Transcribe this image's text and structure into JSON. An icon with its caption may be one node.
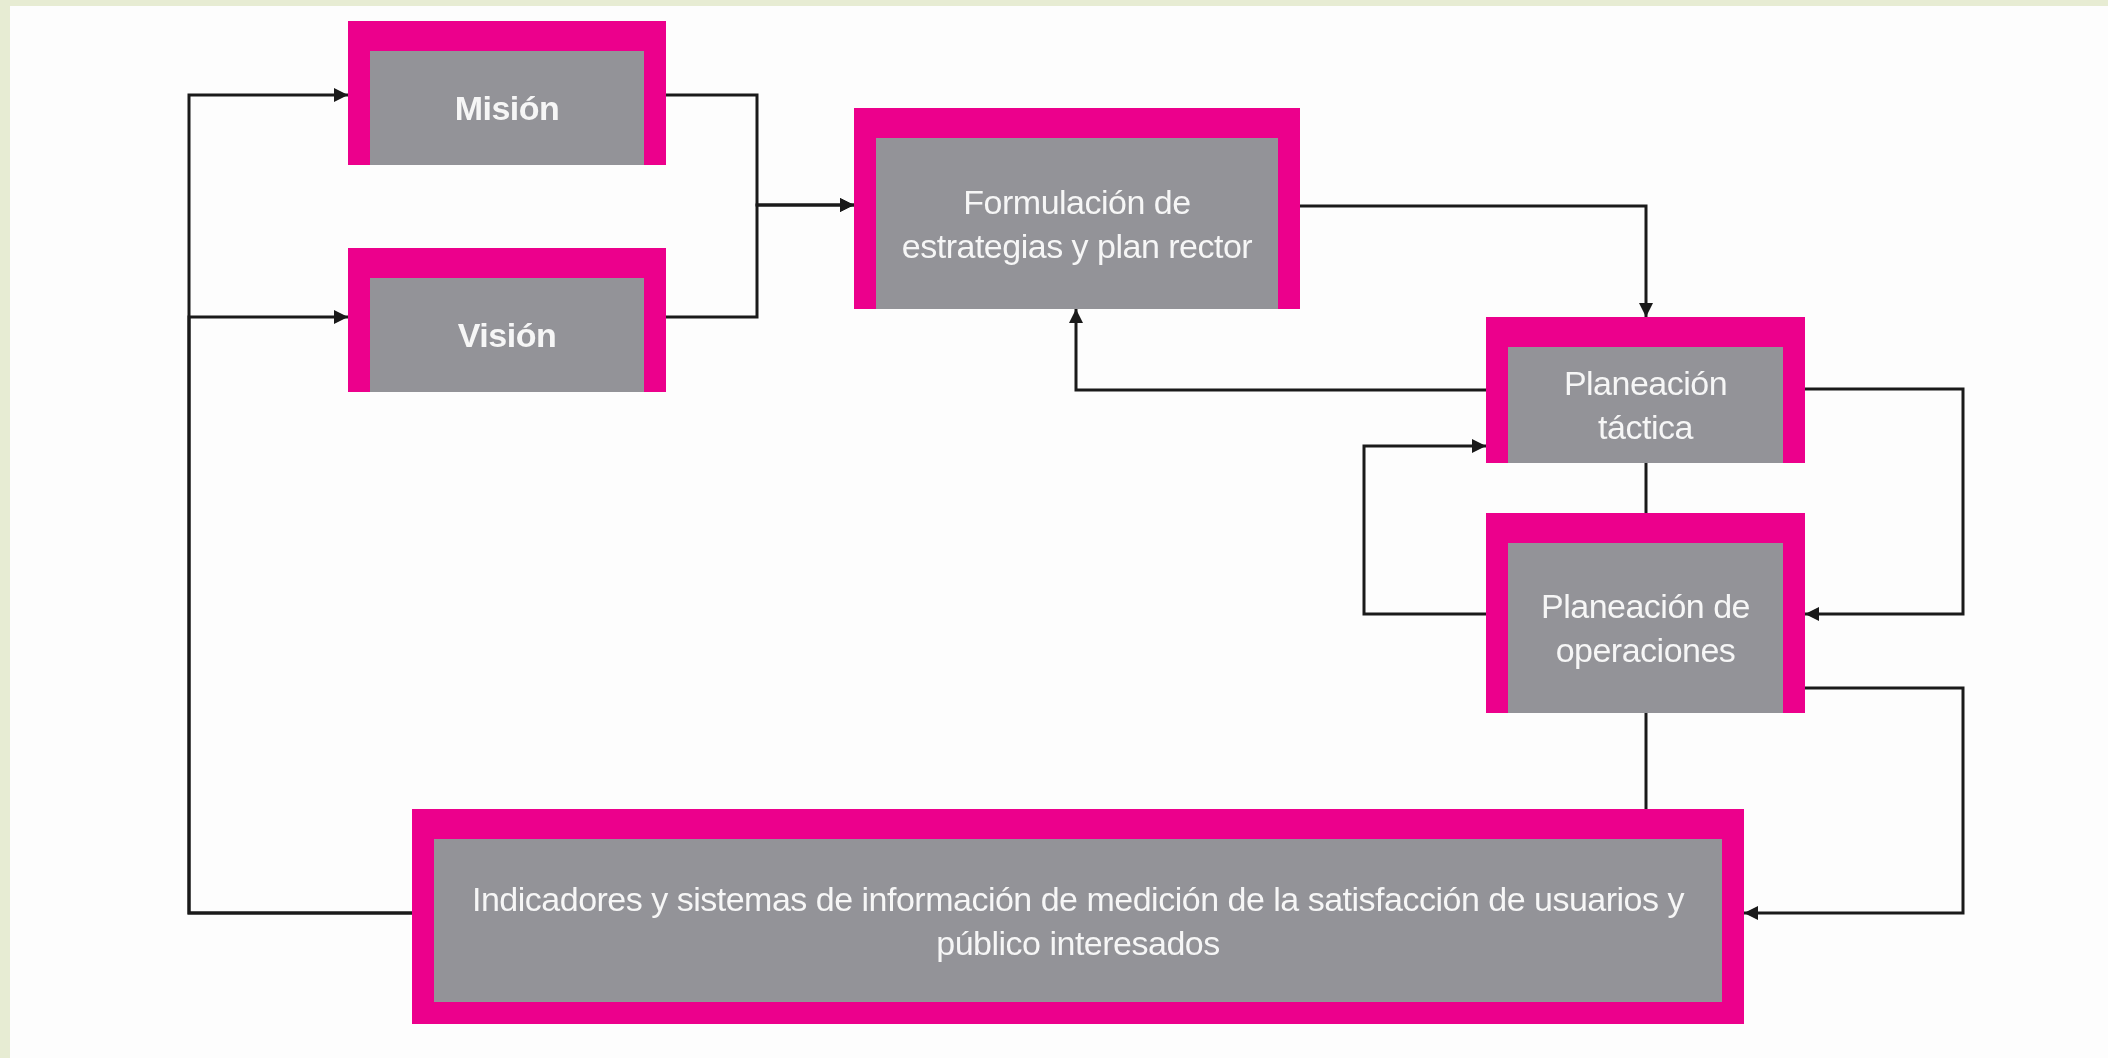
{
  "diagram": {
    "nodes": [
      {
        "text": [
          "Misión"
        ]
      },
      {
        "text": [
          "Visión"
        ]
      },
      {
        "text": [
          "Formulación de estrategias y plan rector"
        ]
      },
      {
        "text": [
          "Planeación táctica"
        ]
      },
      {
        "text": [
          "Planeación de operaciones"
        ]
      },
      {
        "text": [
          "Indicadores y sistemas de información de medición de la satisfacción de usuarios y público interesados"
        ]
      }
    ],
    "edges": [
      {
        "from": 0,
        "to": 2,
        "arrow": "to"
      },
      {
        "from": 1,
        "to": 2,
        "arrow": "to"
      },
      {
        "from": 2,
        "to": 3,
        "arrow": "to"
      },
      {
        "from": 3,
        "to": 2,
        "arrow": "to"
      },
      {
        "from": 3,
        "to": 4,
        "arrow": "none"
      },
      {
        "from": 4,
        "to": 3,
        "arrow": "to"
      },
      {
        "from": 3,
        "to": 4,
        "arrow": "to"
      },
      {
        "from": 4,
        "to": 5,
        "arrow": "to"
      },
      {
        "from": 4,
        "to": 5,
        "arrow": "none"
      },
      {
        "from": 5,
        "to": 0,
        "arrow": "to"
      },
      {
        "from": 5,
        "to": 1,
        "arrow": "to"
      }
    ]
  }
}
